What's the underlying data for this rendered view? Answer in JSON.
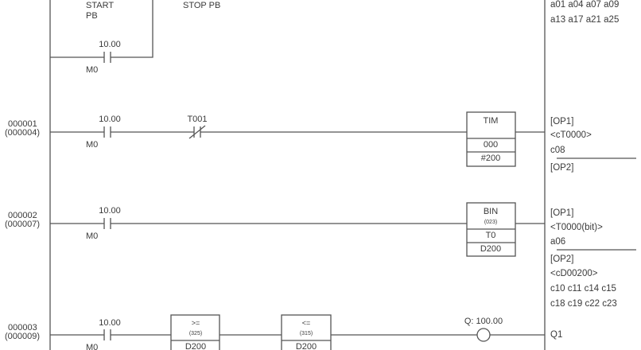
{
  "top_branch": {
    "start_label_line1": "START",
    "start_label_line2": "PB",
    "stop_label": "STOP PB",
    "contact_address": "10.00",
    "contact_name": "M0"
  },
  "top_right_notes": [
    "a01 a04 a07 a09",
    "a13 a17 a21 a25"
  ],
  "rungs": [
    {
      "number": "000001",
      "step": "(000004)",
      "contact_address": "10.00",
      "contact_name": "M0",
      "nc_contact": "T001",
      "block": {
        "name": "TIM",
        "code": "",
        "op1": "000",
        "op2": "#200"
      },
      "notes": [
        "[OP1]",
        "<cT0000>",
        "c08",
        "[OP2]"
      ]
    },
    {
      "number": "000002",
      "step": "(000007)",
      "contact_address": "10.00",
      "contact_name": "M0",
      "block": {
        "name": "BIN",
        "code": "(023)",
        "op1": "T0",
        "op2": "D200"
      },
      "notes": [
        "[OP1]",
        "<T0000(bit)>",
        "a06",
        "[OP2]",
        "<cD00200>",
        "c10 c11 c14 c15",
        "c18 c19 c22 c23"
      ]
    },
    {
      "number": "000003",
      "step": "(000009)",
      "contact_address": "10.00",
      "contact_name": "M0",
      "compare1": {
        "name": ">=",
        "code": "(325)",
        "op1": "D200"
      },
      "compare2": {
        "name": "<=",
        "code": "(315)",
        "op1": "D200"
      },
      "coil_address": "Q: 100.00",
      "coil_name": "Q1"
    }
  ]
}
